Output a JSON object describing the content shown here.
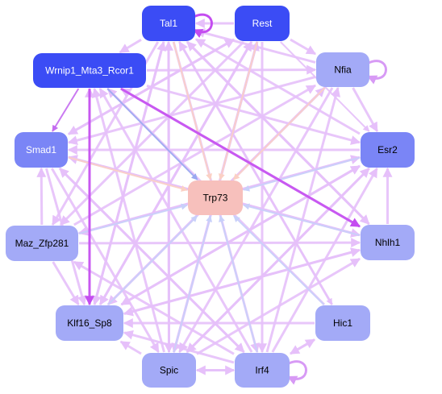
{
  "diagram": {
    "nodes": [
      {
        "id": "Tal1",
        "label": "Tal1",
        "fill": "#3b4cf5",
        "text": "#ffffff",
        "self_loop": true
      },
      {
        "id": "Rest",
        "label": "Rest",
        "fill": "#3b4cf5",
        "text": "#ffffff",
        "self_loop": false
      },
      {
        "id": "Wrnip1_Mta3_Rcor1",
        "label": "Wrnip1_Mta3_Rcor1",
        "fill": "#3b4cf5",
        "text": "#ffffff",
        "self_loop": false
      },
      {
        "id": "Nfia",
        "label": "Nfia",
        "fill": "#a3aaf7",
        "text": "#000000",
        "self_loop": true
      },
      {
        "id": "Smad1",
        "label": "Smad1",
        "fill": "#7a85f6",
        "text": "#ffffff",
        "self_loop": false
      },
      {
        "id": "Esr2",
        "label": "Esr2",
        "fill": "#7a85f6",
        "text": "#000000",
        "self_loop": false
      },
      {
        "id": "Trp73",
        "label": "Trp73",
        "fill": "#f7c0bc",
        "text": "#000000",
        "self_loop": false
      },
      {
        "id": "Maz_Zfp281",
        "label": "Maz_Zfp281",
        "fill": "#a3aaf7",
        "text": "#000000",
        "self_loop": false
      },
      {
        "id": "Nhlh1",
        "label": "Nhlh1",
        "fill": "#a3aaf7",
        "text": "#000000",
        "self_loop": false
      },
      {
        "id": "Klf16_Sp8",
        "label": "Klf16_Sp8",
        "fill": "#a3aaf7",
        "text": "#000000",
        "self_loop": false
      },
      {
        "id": "Hic1",
        "label": "Hic1",
        "fill": "#a3aaf7",
        "text": "#000000",
        "self_loop": false
      },
      {
        "id": "Spic",
        "label": "Spic",
        "fill": "#a3aaf7",
        "text": "#000000",
        "self_loop": false
      },
      {
        "id": "Irf4",
        "label": "Irf4",
        "fill": "#a3aaf7",
        "text": "#000000",
        "self_loop": true
      }
    ],
    "edges": [
      {
        "from": "Wrnip1_Mta3_Rcor1",
        "to": "Nhlh1",
        "color": "#c44cf0",
        "weight": 3
      },
      {
        "from": "Wrnip1_Mta3_Rcor1",
        "to": "Klf16_Sp8",
        "color": "#c44cf0",
        "weight": 3
      },
      {
        "from": "Wrnip1_Mta3_Rcor1",
        "to": "Smad1",
        "color": "#c46cf0",
        "weight": 2
      },
      {
        "from": "Wrnip1_Mta3_Rcor1",
        "to": "Trp73",
        "color": "#9aa8f0",
        "weight": 2
      },
      {
        "from": "Wrnip1_Mta3_Rcor1",
        "to": "Nfia",
        "color": "#e6c0fa",
        "weight": 3
      },
      {
        "from": "Wrnip1_Mta3_Rcor1",
        "to": "Esr2",
        "color": "#e6c0fa",
        "weight": 3
      },
      {
        "from": "Tal1",
        "to": "Wrnip1_Mta3_Rcor1",
        "color": "#e6c0fa",
        "weight": 3
      },
      {
        "from": "Tal1",
        "to": "Trp73",
        "color": "#fbd0c4",
        "weight": 2
      },
      {
        "from": "Tal1",
        "to": "Irf4",
        "color": "#e6c0fa",
        "weight": 3
      },
      {
        "from": "Tal1",
        "to": "Spic",
        "color": "#e6c0fa",
        "weight": 3
      },
      {
        "from": "Tal1",
        "to": "Klf16_Sp8",
        "color": "#e6c0fa",
        "weight": 3
      },
      {
        "from": "Tal1",
        "to": "Nhlh1",
        "color": "#e6c0fa",
        "weight": 3
      },
      {
        "from": "Tal1",
        "to": "Maz_Zfp281",
        "color": "#e6c0fa",
        "weight": 3
      },
      {
        "from": "Tal1",
        "to": "Hic1",
        "color": "#e6c0fa",
        "weight": 2
      },
      {
        "from": "Rest",
        "to": "Trp73",
        "color": "#fbd0c4",
        "weight": 2
      },
      {
        "from": "Rest",
        "to": "Nfia",
        "color": "#e6c0fa",
        "weight": 3
      },
      {
        "from": "Rest",
        "to": "Smad1",
        "color": "#e6c0fa",
        "weight": 3
      },
      {
        "from": "Rest",
        "to": "Maz_Zfp281",
        "color": "#e6c0fa",
        "weight": 3
      },
      {
        "from": "Rest",
        "to": "Klf16_Sp8",
        "color": "#e6c0fa",
        "weight": 3
      },
      {
        "from": "Rest",
        "to": "Spic",
        "color": "#e6c0fa",
        "weight": 3
      },
      {
        "from": "Rest",
        "to": "Irf4",
        "color": "#e6c0fa",
        "weight": 3
      },
      {
        "from": "Rest",
        "to": "Esr2",
        "color": "#e6c0fa",
        "weight": 2
      },
      {
        "from": "Rest",
        "to": "Tal1",
        "color": "#e6c0fa",
        "weight": 3
      },
      {
        "from": "Nfia",
        "to": "Trp73",
        "color": "#fbd0c4",
        "weight": 2
      },
      {
        "from": "Nfia",
        "to": "Klf16_Sp8",
        "color": "#e6c0fa",
        "weight": 3
      },
      {
        "from": "Nfia",
        "to": "Spic",
        "color": "#e6c0fa",
        "weight": 3
      },
      {
        "from": "Nfia",
        "to": "Smad1",
        "color": "#e6c0fa",
        "weight": 3
      },
      {
        "from": "Nfia",
        "to": "Esr2",
        "color": "#e6c0fa",
        "weight": 3
      },
      {
        "from": "Nfia",
        "to": "Tal1",
        "color": "#e6c0fa",
        "weight": 3
      },
      {
        "from": "Smad1",
        "to": "Trp73",
        "color": "#fbd0c4",
        "weight": 2
      },
      {
        "from": "Smad1",
        "to": "Klf16_Sp8",
        "color": "#e6c0fa",
        "weight": 3
      },
      {
        "from": "Smad1",
        "to": "Nhlh1",
        "color": "#e6c0fa",
        "weight": 3
      },
      {
        "from": "Smad1",
        "to": "Spic",
        "color": "#e6c0fa",
        "weight": 3
      },
      {
        "from": "Smad1",
        "to": "Irf4",
        "color": "#e6c0fa",
        "weight": 3
      },
      {
        "from": "Smad1",
        "to": "Rest",
        "color": "#e6c0fa",
        "weight": 3
      },
      {
        "from": "Esr2",
        "to": "Trp73",
        "color": "#c8d0fa",
        "weight": 2
      },
      {
        "from": "Esr2",
        "to": "Smad1",
        "color": "#e6c0fa",
        "weight": 3
      },
      {
        "from": "Esr2",
        "to": "Klf16_Sp8",
        "color": "#e6c0fa",
        "weight": 3
      },
      {
        "from": "Esr2",
        "to": "Maz_Zfp281",
        "color": "#e6c0fa",
        "weight": 3
      },
      {
        "from": "Esr2",
        "to": "Tal1",
        "color": "#e6c0fa",
        "weight": 3
      },
      {
        "from": "Esr2",
        "to": "Spic",
        "color": "#e6c0fa",
        "weight": 3
      },
      {
        "from": "Maz_Zfp281",
        "to": "Trp73",
        "color": "#c8d0fa",
        "weight": 2
      },
      {
        "from": "Maz_Zfp281",
        "to": "Klf16_Sp8",
        "color": "#e6c0fa",
        "weight": 3
      },
      {
        "from": "Maz_Zfp281",
        "to": "Smad1",
        "color": "#e6c0fa",
        "weight": 3
      },
      {
        "from": "Maz_Zfp281",
        "to": "Nfia",
        "color": "#e6c0fa",
        "weight": 3
      },
      {
        "from": "Maz_Zfp281",
        "to": "Esr2",
        "color": "#e6c0fa",
        "weight": 3
      },
      {
        "from": "Maz_Zfp281",
        "to": "Nhlh1",
        "color": "#e6c0fa",
        "weight": 3
      },
      {
        "from": "Nhlh1",
        "to": "Trp73",
        "color": "#c8d0fa",
        "weight": 2
      },
      {
        "from": "Nhlh1",
        "to": "Klf16_Sp8",
        "color": "#e6c0fa",
        "weight": 3
      },
      {
        "from": "Nhlh1",
        "to": "Esr2",
        "color": "#e6c0fa",
        "weight": 3
      },
      {
        "from": "Nhlh1",
        "to": "Wrnip1_Mta3_Rcor1",
        "color": "#e6c0fa",
        "weight": 3
      },
      {
        "from": "Nhlh1",
        "to": "Smad1",
        "color": "#e6c0fa",
        "weight": 3
      },
      {
        "from": "Nhlh1",
        "to": "Tal1",
        "color": "#e6c0fa",
        "weight": 3
      },
      {
        "from": "Klf16_Sp8",
        "to": "Trp73",
        "color": "#c8d0fa",
        "weight": 2
      },
      {
        "from": "Klf16_Sp8",
        "to": "Nhlh1",
        "color": "#e6c0fa",
        "weight": 3
      },
      {
        "from": "Klf16_Sp8",
        "to": "Esr2",
        "color": "#e6c0fa",
        "weight": 3
      },
      {
        "from": "Klf16_Sp8",
        "to": "Wrnip1_Mta3_Rcor1",
        "color": "#e6c0fa",
        "weight": 3
      },
      {
        "from": "Klf16_Sp8",
        "to": "Tal1",
        "color": "#e6c0fa",
        "weight": 3
      },
      {
        "from": "Klf16_Sp8",
        "to": "Nfia",
        "color": "#e6c0fa",
        "weight": 3
      },
      {
        "from": "Klf16_Sp8",
        "to": "Rest",
        "color": "#e6c0fa",
        "weight": 3
      },
      {
        "from": "Hic1",
        "to": "Trp73",
        "color": "#c8d0fa",
        "weight": 2
      },
      {
        "from": "Hic1",
        "to": "Irf4",
        "color": "#e6c0fa",
        "weight": 3
      },
      {
        "from": "Hic1",
        "to": "Wrnip1_Mta3_Rcor1",
        "color": "#e6c0fa",
        "weight": 3
      },
      {
        "from": "Hic1",
        "to": "Tal1",
        "color": "#e6c0fa",
        "weight": 3
      },
      {
        "from": "Hic1",
        "to": "Klf16_Sp8",
        "color": "#e6c0fa",
        "weight": 3
      },
      {
        "from": "Spic",
        "to": "Trp73",
        "color": "#c8d0fa",
        "weight": 2
      },
      {
        "from": "Spic",
        "to": "Irf4",
        "color": "#e6c0fa",
        "weight": 3
      },
      {
        "from": "Spic",
        "to": "Klf16_Sp8",
        "color": "#e6c0fa",
        "weight": 3
      },
      {
        "from": "Spic",
        "to": "Nhlh1",
        "color": "#e6c0fa",
        "weight": 3
      },
      {
        "from": "Spic",
        "to": "Esr2",
        "color": "#e6c0fa",
        "weight": 3
      },
      {
        "from": "Spic",
        "to": "Wrnip1_Mta3_Rcor1",
        "color": "#e6c0fa",
        "weight": 3
      },
      {
        "from": "Spic",
        "to": "Rest",
        "color": "#e6c0fa",
        "weight": 3
      },
      {
        "from": "Spic",
        "to": "Tal1",
        "color": "#e6c0fa",
        "weight": 3
      },
      {
        "from": "Irf4",
        "to": "Trp73",
        "color": "#c8d0fa",
        "weight": 2
      },
      {
        "from": "Irf4",
        "to": "Spic",
        "color": "#e6c0fa",
        "weight": 3
      },
      {
        "from": "Irf4",
        "to": "Klf16_Sp8",
        "color": "#e6c0fa",
        "weight": 3
      },
      {
        "from": "Irf4",
        "to": "Nfia",
        "color": "#e6c0fa",
        "weight": 3
      },
      {
        "from": "Irf4",
        "to": "Esr2",
        "color": "#e6c0fa",
        "weight": 3
      },
      {
        "from": "Irf4",
        "to": "Smad1",
        "color": "#e6c0fa",
        "weight": 3
      },
      {
        "from": "Irf4",
        "to": "Wrnip1_Mta3_Rcor1",
        "color": "#e6c0fa",
        "weight": 3
      },
      {
        "from": "Irf4",
        "to": "Maz_Zfp281",
        "color": "#e6c0fa",
        "weight": 3
      },
      {
        "from": "Irf4",
        "to": "Hic1",
        "color": "#e6c0fa",
        "weight": 3
      }
    ]
  }
}
